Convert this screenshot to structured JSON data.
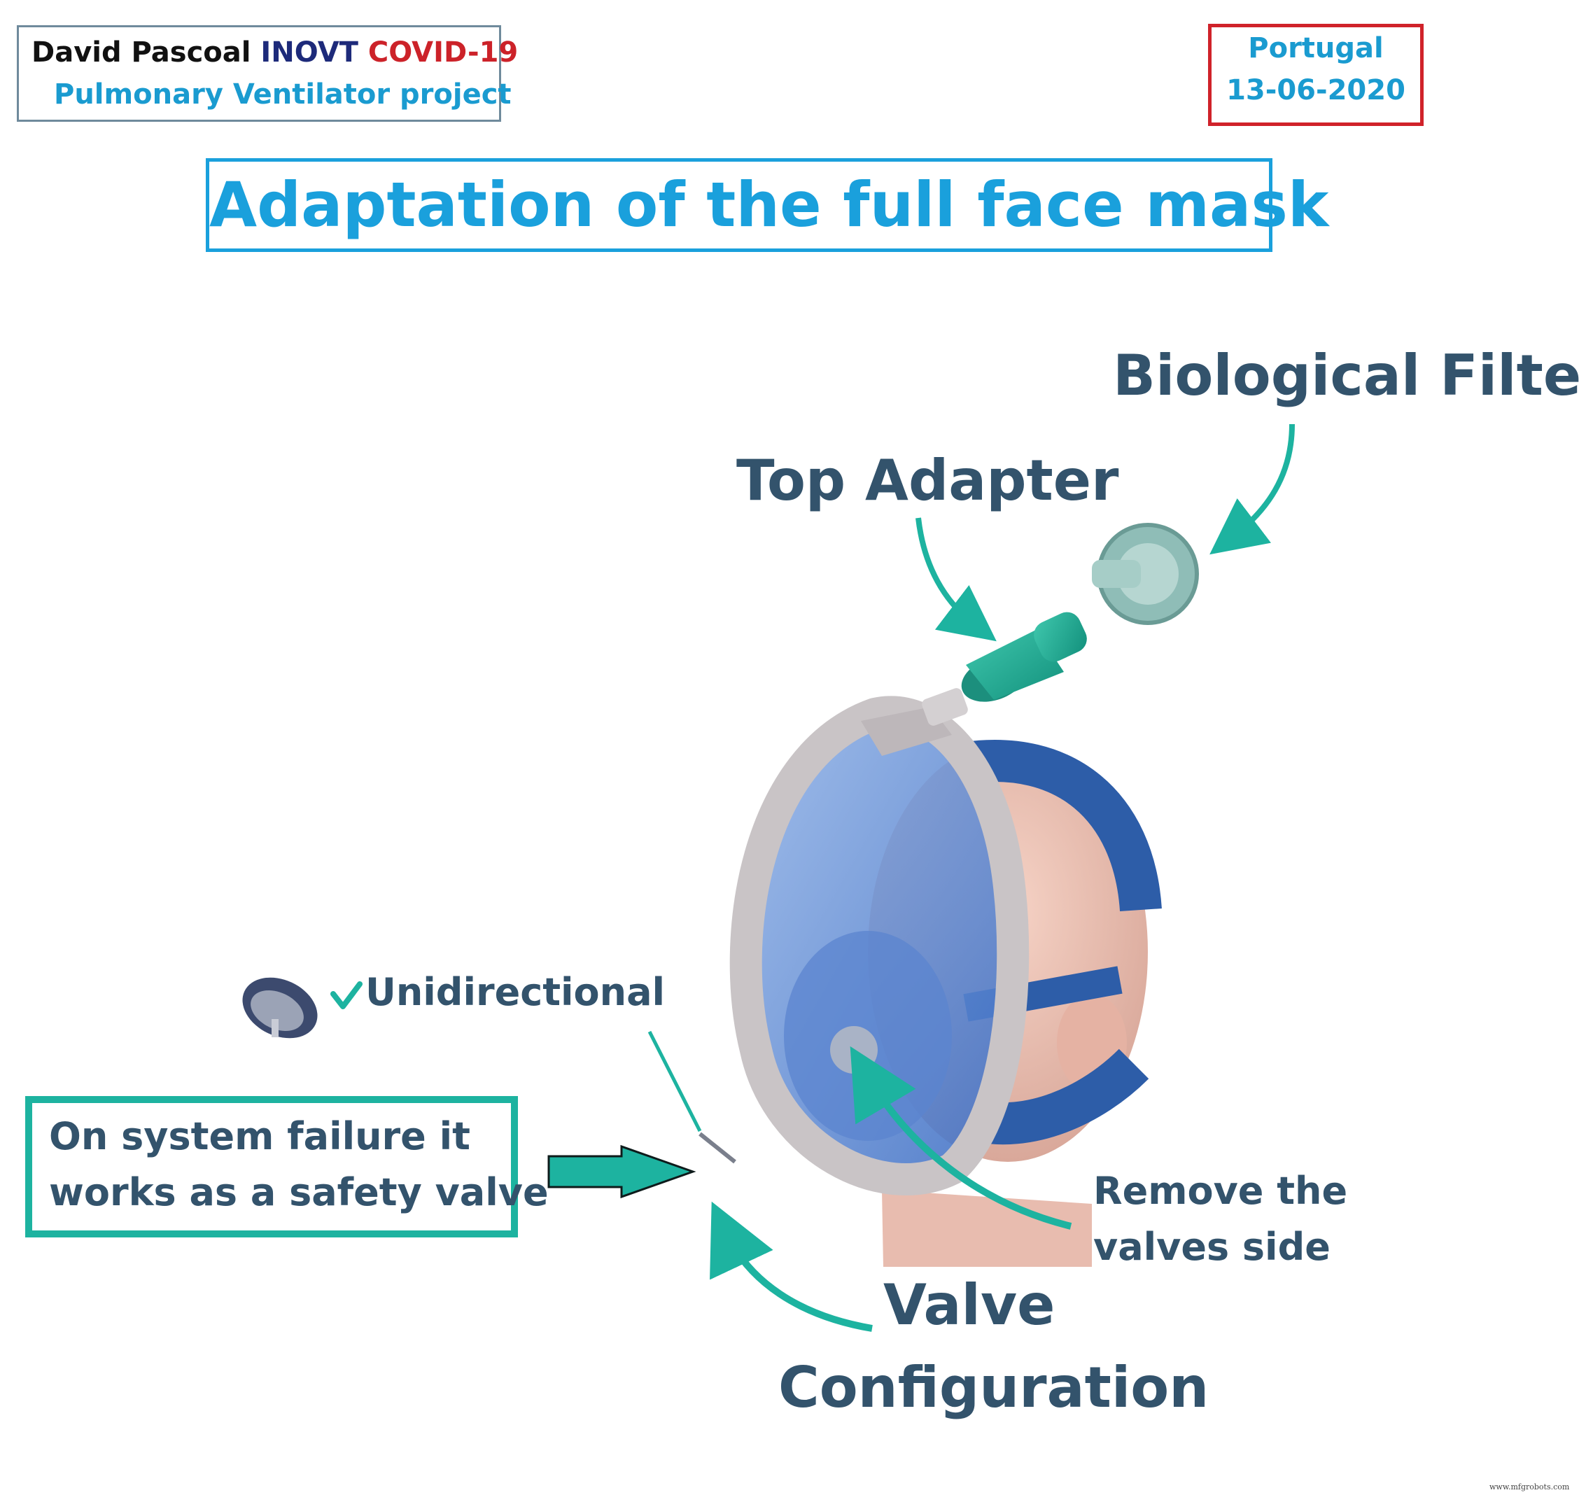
{
  "header": {
    "author_name": "David Pascoal",
    "org": "INOVT",
    "project_tag": "COVID-19",
    "project": "Pulmonary Ventilator project",
    "location": "Portugal",
    "date": "13-06-2020"
  },
  "title": "Adaptation of the full face mask",
  "labels": {
    "biological_filter": "Biological Filter",
    "top_adapter": "Top Adapter",
    "unidirectional": "Unidirectional",
    "remove_line1": "Remove the",
    "remove_line2": "valves side",
    "valve_line1": "Valve",
    "valve_line2": "Configuration"
  },
  "safety_note": {
    "line1": "On system failure it",
    "line2": "works as a safety valve"
  },
  "watermark": "www.mfgrobots.com",
  "colors": {
    "accent_teal": "#1db3a0",
    "title_blue": "#1aa0dc",
    "label_slate": "#33536c",
    "date_border": "#d0222a",
    "mask_frame": "#c9c4c6",
    "strap_blue": "#2d5da8"
  },
  "icons": {
    "check": "check-icon",
    "arrow": "right-arrow-icon"
  }
}
